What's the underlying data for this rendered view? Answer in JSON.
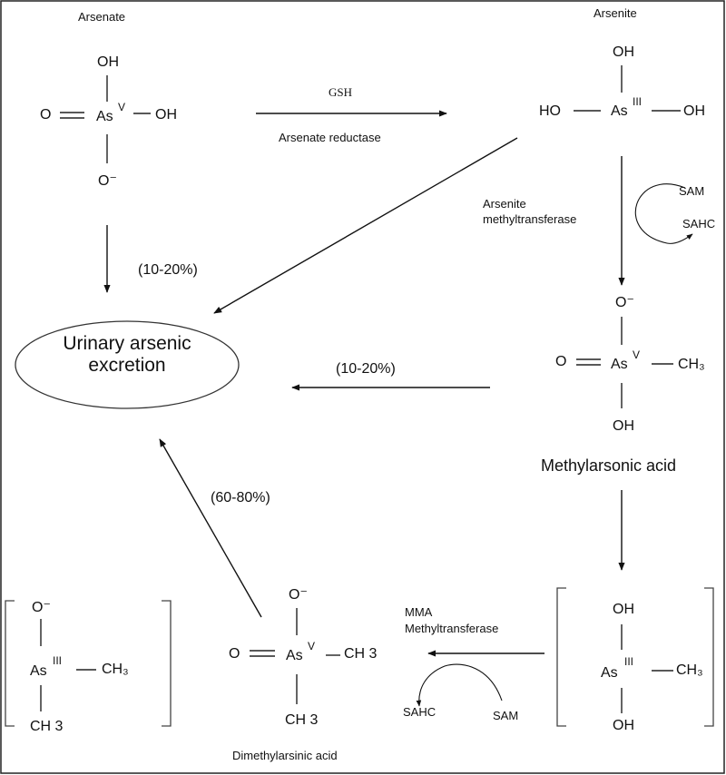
{
  "titles": {
    "arsenate": "Arsenate",
    "arsenite": "Arsenite",
    "methylarsonic": "Methylarsonic acid",
    "dimethylarsinic": "Dimethylarsinic acid"
  },
  "enzymes": {
    "gsh": "GSH",
    "arsenate_reductase": "Arsenate reductase",
    "arsenite_mt_1": "Arsenite",
    "arsenite_mt_2": "methyltransferase",
    "mma_mt_1": "MMA",
    "mma_mt_2": "Methyltransferase"
  },
  "cofactors": {
    "sam": "SAM",
    "sahc": "SAHC"
  },
  "percentages": {
    "from_arsenate": "(10-20%)",
    "from_mma": "(10-20%)",
    "from_dma": "(60-80%)"
  },
  "excretion": "Urinary arsenic excretion",
  "atoms": {
    "as": "As",
    "oh": "OH",
    "ho": "HO",
    "o": "O",
    "o_minus": "O⁻",
    "ch3": "CH₃",
    "ch3_spaced": "CH 3",
    "ch3_spaced_left": "CH 3",
    "ox_v": "V",
    "ox_iii": "III"
  }
}
